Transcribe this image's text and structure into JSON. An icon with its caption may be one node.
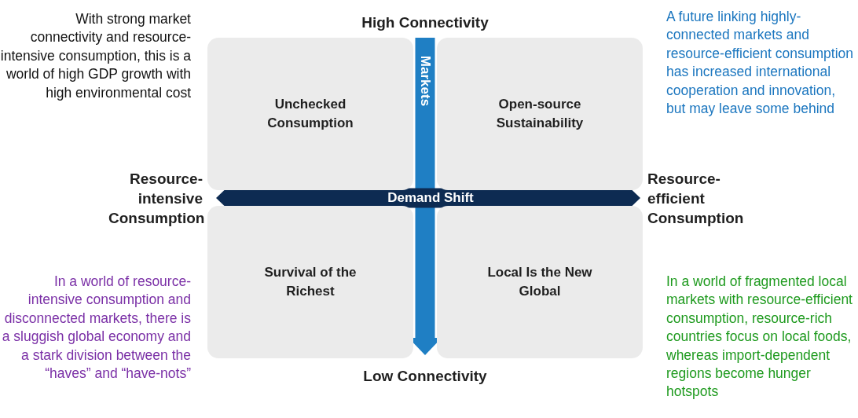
{
  "diagram": {
    "nodes": [
      {
        "text": [
          "High Connectivity"
        ]
      },
      {
        "text": [
          "Unchecked Consumption"
        ]
      },
      {
        "text": [
          "Open-source Sustainability"
        ]
      },
      {
        "text": [
          "Resource- intensive Consumption"
        ]
      },
      {
        "text": [
          "Resource- efficient Consumption"
        ]
      },
      {
        "text": [
          "Survival of the Richest"
        ]
      },
      {
        "text": [
          "Local Is the New Global"
        ]
      },
      {
        "text": [
          "Low Connectivity"
        ]
      }
    ],
    "edges": [
      {
        "from": 0,
        "to": 7,
        "arrow": "to",
        "label": "Markets",
        "color": "#1f7fc4"
      },
      {
        "from": 3,
        "to": 4,
        "arrow": "both",
        "label": "Demand Shift",
        "color": "#0d2b52"
      }
    ],
    "labels": [
      "With strong market connectivity and resource-intensive consumption, this is a world of high GDP growth with high environmental cost",
      "A future linking highly-connected markets and resource-efficient consumption has increased international cooperation and innovation, but may leave some behind",
      "In a world of resource-intensive consumption and disconnected markets, there is a sluggish global economy and a stark division between the “haves” and “have-nots”",
      "In a world of fragmented local markets with resource-efficient consumption, resource-rich countries focus on local foods, whereas import-dependent regions become hunger hotspots"
    ]
  }
}
